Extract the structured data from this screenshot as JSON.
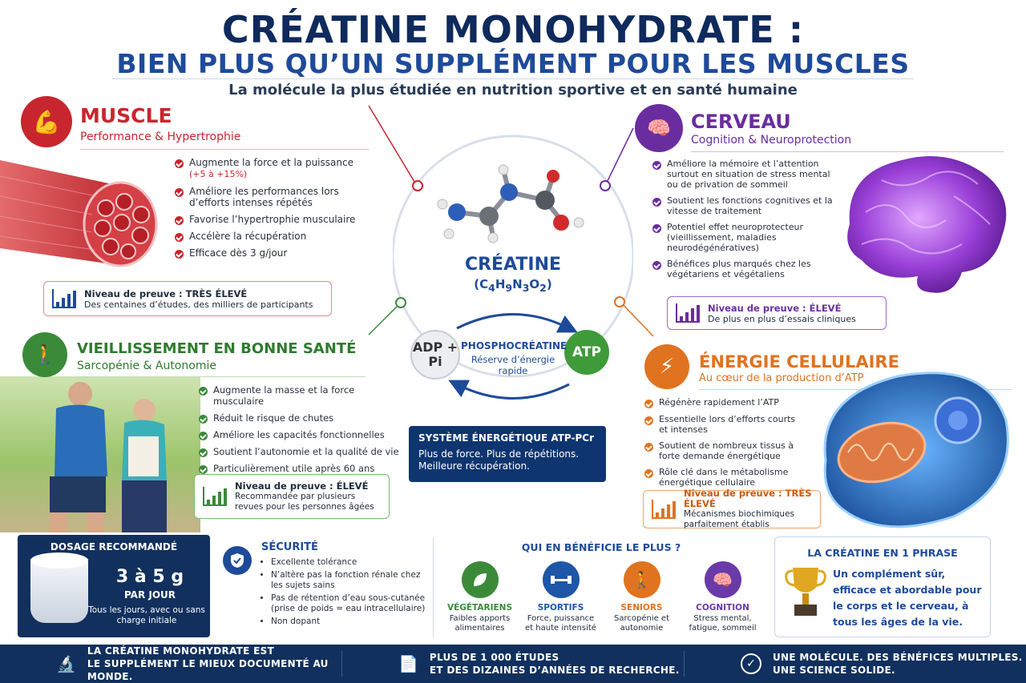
{
  "header": {
    "title_line1": "CRÉATINE MONOHYDRATE :",
    "title_line2": "BIEN PLUS QU’UN SUPPLÉMENT POUR LES MUSCLES",
    "subtitle": "La molécule la plus étudiée en nutrition sportive et en santé humaine"
  },
  "muscle": {
    "title": "MUSCLE",
    "subtitle": "Performance & Hypertrophie",
    "items": [
      "Augmente la force et la puissance",
      "Améliore les performances lors d’efforts intenses répétés",
      "Favorise l’hypertrophie musculaire",
      "Accélère la récupération",
      "Efficace dès 3 g/jour"
    ],
    "item0_note": "(+5 à +15%)",
    "proof_title": "Niveau de preuve : TRÈS ÉLEVÉ",
    "proof_text": "Des centaines d’études, des milliers de participants"
  },
  "cerveau": {
    "title": "CERVEAU",
    "subtitle": "Cognition & Neuroprotection",
    "items": [
      "Améliore la mémoire et l’attention surtout en situation de stress mental ou de privation de sommeil",
      "Soutient les fonctions cognitives et la vitesse de traitement",
      "Potentiel effet neuroprotecteur (vieillissement, maladies neurodégénératives)",
      "Bénéfices plus marqués chez les végétariens et végétaliens"
    ],
    "proof_title": "Niveau de preuve : ÉLEVÉ",
    "proof_text": "De plus en plus d’essais cliniques"
  },
  "vieillissement": {
    "title": "VIEILLISSEMENT EN BONNE SANTÉ",
    "subtitle": "Sarcopénie & Autonomie",
    "items": [
      "Augmente la masse et la force musculaire",
      "Réduit le risque de chutes",
      "Améliore les capacités fonctionnelles",
      "Soutient l’autonomie et la qualité de vie",
      "Particulièrement utile après 60 ans"
    ],
    "proof_title": "Niveau de preuve : ÉLEVÉ",
    "proof_text": "Recommandée par plusieurs revues pour les personnes âgées"
  },
  "energie": {
    "title": "ÉNERGIE CELLULAIRE",
    "subtitle": "Au cœur de la production d’ATP",
    "items": [
      "Régénère rapidement l’ATP",
      "Essentielle lors d’efforts courts et intenses",
      "Soutient de nombreux tissus à forte demande énergétique",
      "Rôle clé dans le métabolisme énergétique cellulaire"
    ],
    "proof_title": "Niveau de preuve : TRÈS ÉLEVÉ",
    "proof_text": "Mécanismes biochimiques parfaitement établis"
  },
  "center": {
    "name": "CRÉATINE",
    "formula_base": "(C4H9N3O2)",
    "adp": "ADP + Pi",
    "atp": "ATP",
    "pcr_title": "PHOSPHOCRÉATINE",
    "pcr_text": "Réserve d’énergie rapide",
    "system_title": "SYSTÈME ÉNERGÉTIQUE ATP-PCr",
    "system_text": "Plus de force. Plus de répétitions. Meilleure récupération."
  },
  "dosage": {
    "title": "DOSAGE RECOMMANDÉ",
    "amount": "3 à 5 g",
    "per": "PAR JOUR",
    "note": "Tous les jours, avec ou sans charge initiale"
  },
  "securite": {
    "title": "SÉCURITÉ",
    "items": [
      "Excellente tolérance",
      "N’altère pas la fonction rénale chez les sujets sains",
      "Pas de rétention d’eau sous-cutanée (prise de poids = eau intracellulaire)",
      "Non dopant"
    ]
  },
  "beneficiaires": {
    "title": "QUI EN BÉNÉFICIE LE PLUS ?",
    "groups": [
      {
        "label": "VÉGÉTARIENS",
        "text": "Faibles apports alimentaires",
        "color": "#3a8a3a"
      },
      {
        "label": "SPORTIFS",
        "text": "Force, puissance et haute intensité",
        "color": "#1e56a8"
      },
      {
        "label": "SENIORS",
        "text": "Sarcopénie et autonomie",
        "color": "#e0731f"
      },
      {
        "label": "COGNITION",
        "text": "Stress mental, fatigue, sommeil",
        "color": "#6a3aa8"
      }
    ]
  },
  "phrase": {
    "title": "LA CRÉATINE EN 1 PHRASE",
    "text": "Un complément sûr, efficace et abordable pour le corps et le cerveau, à tous les âges de la vie."
  },
  "footer": [
    {
      "line1": "LA CRÉATINE MONOHYDRATE EST",
      "line2": "LE SUPPLÉMENT LE MIEUX DOCUMENTÉ AU MONDE."
    },
    {
      "line1": "PLUS DE 1 000 ÉTUDES",
      "line2": "ET DES DIZAINES D’ANNÉES DE RECHERCHE."
    },
    {
      "line1": "UNE MOLÉCULE. DES BÉNÉFICES MULTIPLES.",
      "line2": "UNE SCIENCE SOLIDE."
    }
  ],
  "colors": {
    "muscle": "#c8262e",
    "cerveau": "#6a2da0",
    "vieillissement": "#3a8a3a",
    "energie": "#e0731f",
    "navy": "#11305e"
  }
}
